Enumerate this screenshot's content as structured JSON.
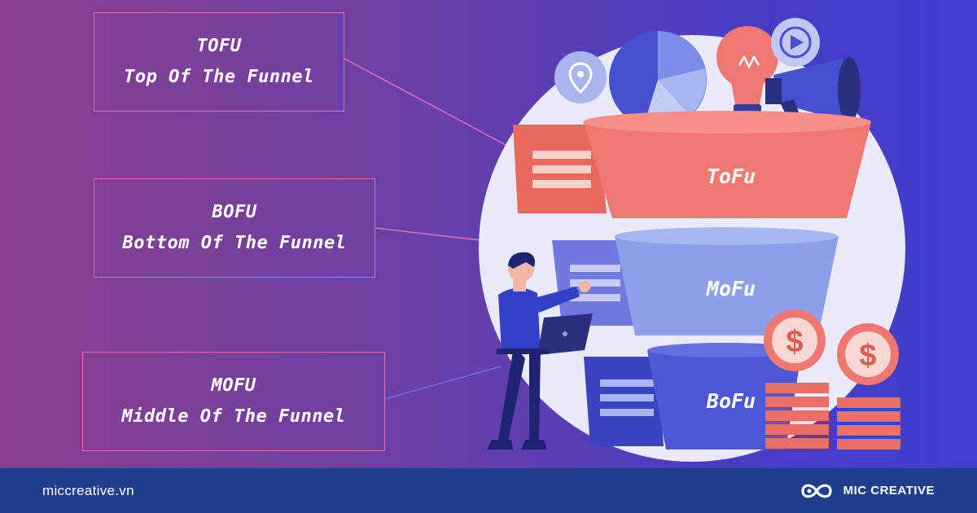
{
  "labels": [
    {
      "code": "TOFU",
      "full": "Top Of The Funnel"
    },
    {
      "code": "BOFU",
      "full": "Bottom Of The Funnel"
    },
    {
      "code": "MOFU",
      "full": "Middle Of The Funnel"
    }
  ],
  "funnel": {
    "top": "ToFu",
    "middle": "MoFu",
    "bottom": "BoFu"
  },
  "footer": {
    "website": "miccreative.vn",
    "brand": "MIC CREATIVE"
  },
  "icons": [
    "location-pin-icon",
    "pie-chart-icon",
    "lightbulb-icon",
    "play-button-icon",
    "megaphone-icon",
    "dollar-coin-icon",
    "laptop-icon"
  ],
  "colors": {
    "tofu": "#f07870",
    "mofu": "#8ea0ec",
    "bofu": "#4e57d6",
    "box_border": "#e86fb0",
    "footer_bg": "#1f3f8c"
  }
}
